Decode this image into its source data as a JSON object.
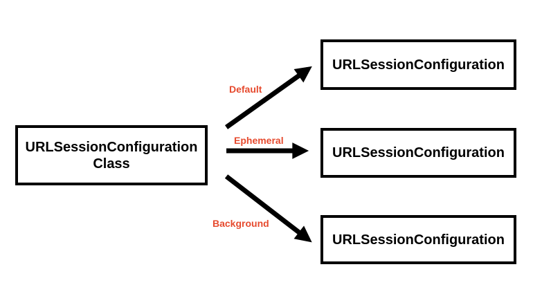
{
  "diagram": {
    "source_box": {
      "line1": "URLSessionConfiguration",
      "line2": "Class"
    },
    "targets": [
      {
        "label": "URLSessionConfiguration"
      },
      {
        "label": "URLSessionConfiguration"
      },
      {
        "label": "URLSessionConfiguration"
      }
    ],
    "arrows": [
      {
        "label": "Default"
      },
      {
        "label": "Ephemeral"
      },
      {
        "label": "Background"
      }
    ],
    "colors": {
      "arrow": "#000000",
      "label": "#e64a2e",
      "box_border": "#000000",
      "background": "#ffffff"
    }
  }
}
